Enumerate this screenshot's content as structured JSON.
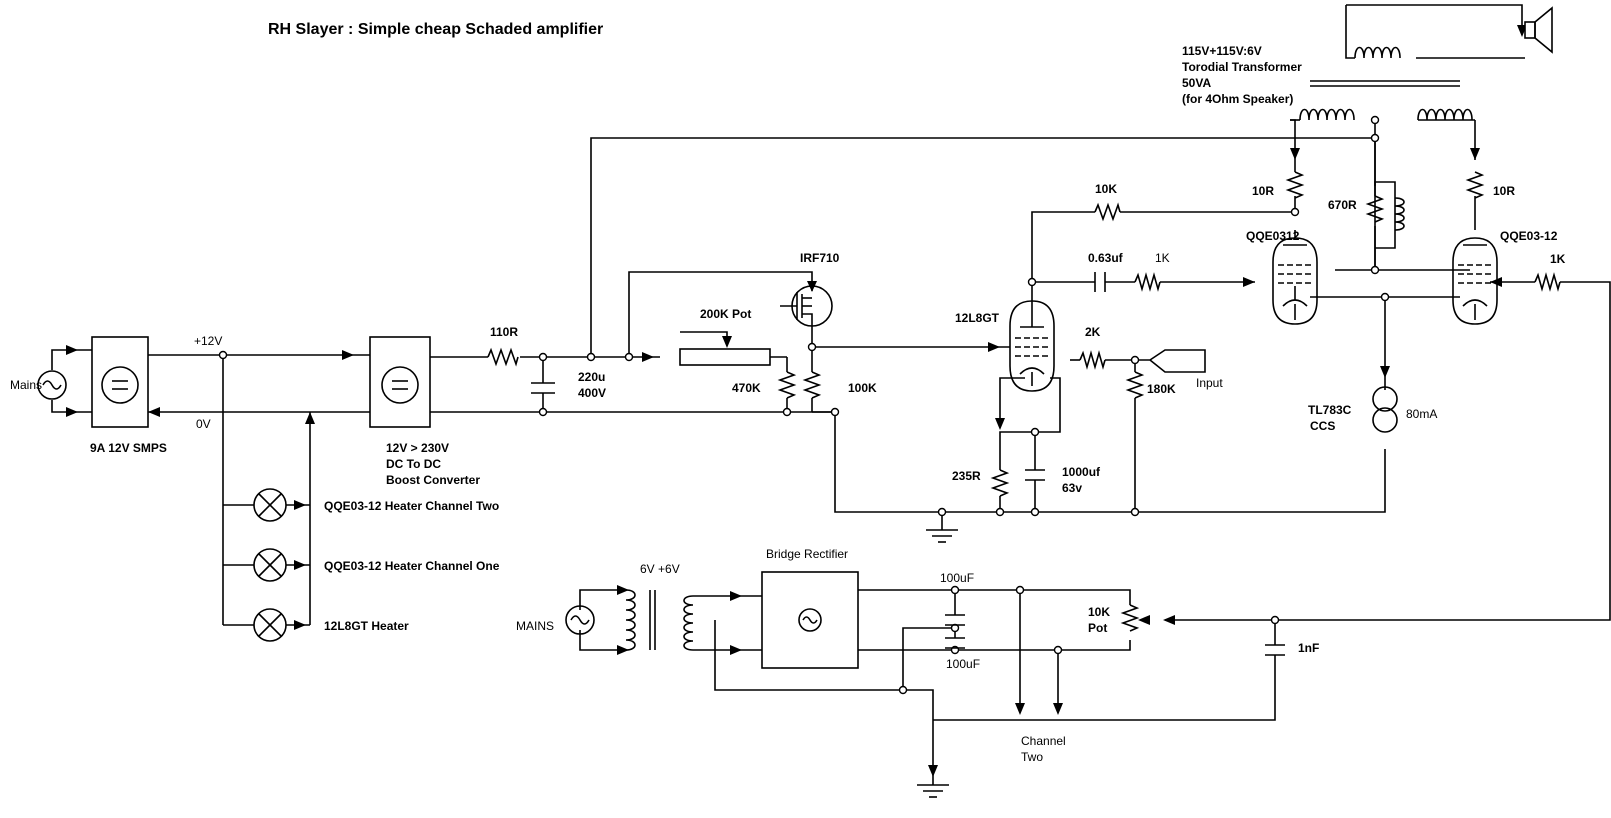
{
  "title": "RH Slayer : Simple cheap Schaded amplifier",
  "labels": {
    "mains": "Mains",
    "plus12v": "+12V",
    "zero_v": "0V",
    "smps": "9A 12V SMPS",
    "boost_line1": "12V > 230V",
    "boost_line2": "DC To DC",
    "boost_line3": "Boost Converter",
    "heater_two": "QQE03-12 Heater Channel Two",
    "heater_one": "QQE03-12 Heater Channel One",
    "heater_12l8": "12L8GT Heater",
    "r110": "110R",
    "cap220_1": "220u",
    "cap220_2": "400V",
    "irf": "IRF710",
    "pot200k": "200K Pot",
    "r470k": "470K",
    "r100k": "100K",
    "tube12l8": "12L8GT",
    "r10k": "10K",
    "c063": "0.63uf",
    "r1k_a": "1K",
    "r1k_b": "1K",
    "r2k": "2K",
    "r180k": "180K",
    "input": "Input",
    "r235": "235R",
    "c1000_1": "1000uf",
    "c1000_2": "63v",
    "qqe_a": "QQE0312",
    "qqe_b": "QQE03-12",
    "r10r_a": "10R",
    "r10r_b": "10R",
    "r670": "670R",
    "tl783_1": "TL783C",
    "tl783_2": "CCS",
    "ma80": "80mA",
    "xfmr_1": "115V+115V:6V",
    "xfmr_2": "Torodial Transformer",
    "xfmr_3": "50VA",
    "xfmr_4": "(for 4Ohm Speaker)",
    "sixv": "6V +6V",
    "mains2": "MAINS",
    "bridge": "Bridge Rectifier",
    "c100_top": "100uF",
    "c100_bot": "100uF",
    "pot10k_1": "10K",
    "pot10k_2": "Pot",
    "c1nf": "1nF",
    "channel_1": "Channel",
    "channel_2": "Two"
  }
}
